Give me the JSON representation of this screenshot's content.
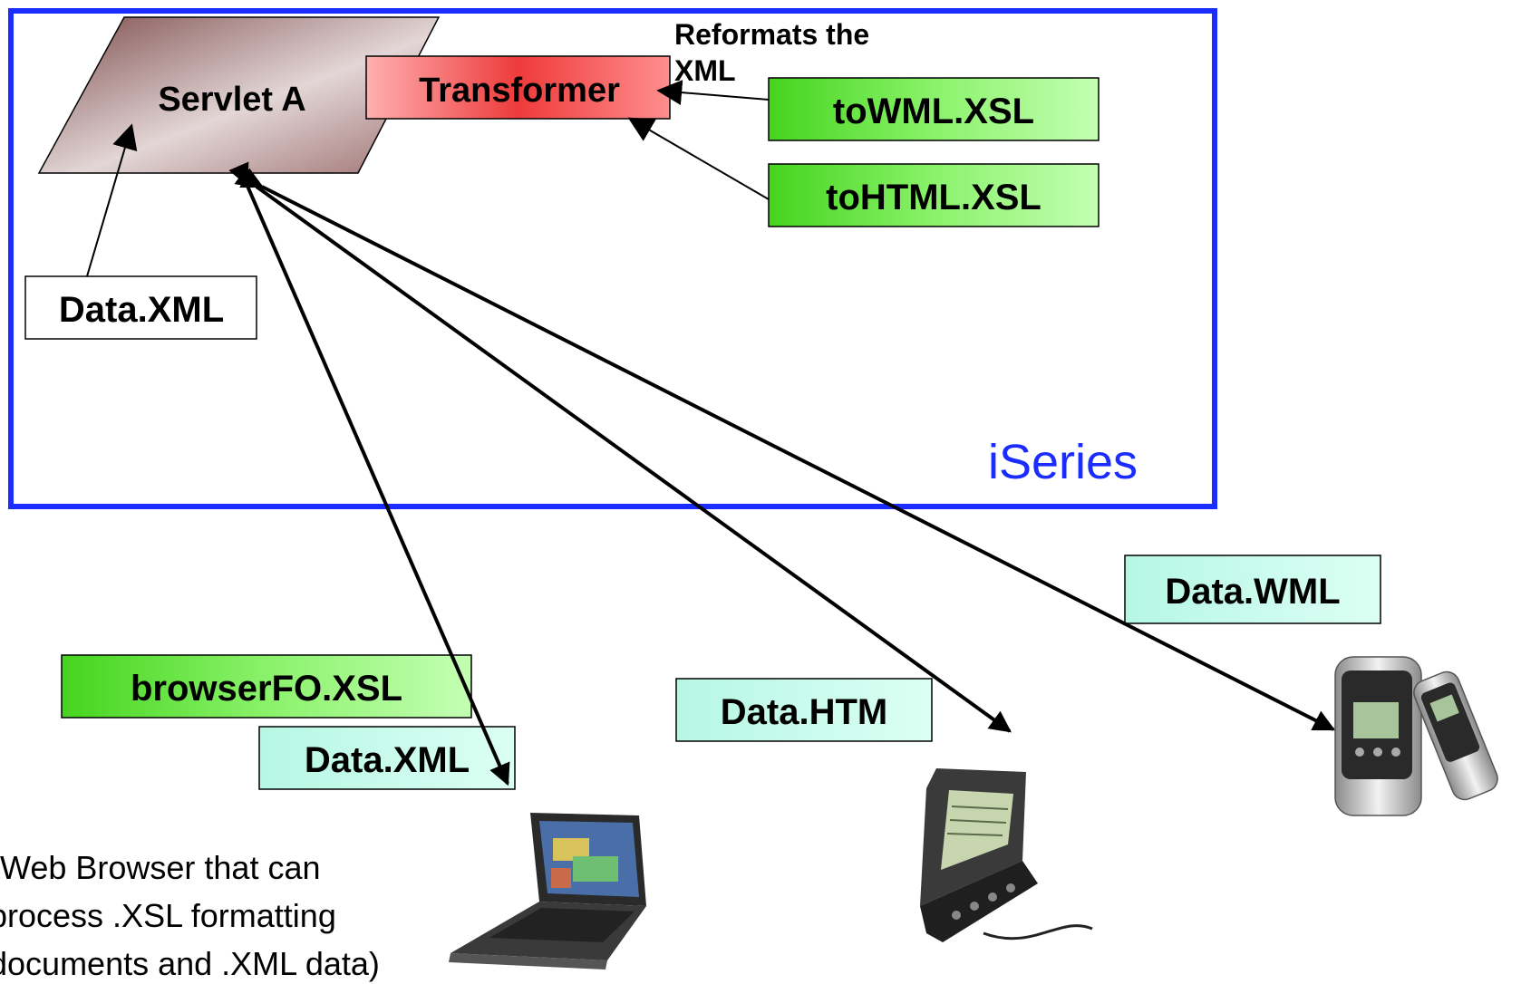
{
  "container": {
    "label": "iSeries",
    "color": "#1a2cff"
  },
  "servlet": {
    "label": "Servlet A"
  },
  "transformer": {
    "label": "Transformer"
  },
  "transformer_note": {
    "line1": "Reformats the",
    "line2": "XML"
  },
  "stylesheets": {
    "wml": "toWML.XSL",
    "html": "toHTML.XSL",
    "browser_fo": "browserFO.XSL"
  },
  "data_files": {
    "server_xml": "Data.XML",
    "client_xml": "Data.XML",
    "htm": "Data.HTM",
    "wml": "Data.WML"
  },
  "devices": {
    "laptop": "laptop-icon",
    "pda": "pda-icon",
    "phones": "mobile-phone-icon"
  },
  "browser_note": {
    "line1": "(Web Browser that can",
    "line2": "process .XSL formatting",
    "line3": "documents and .XML data)"
  },
  "colors": {
    "green_box": "#5fe83a",
    "cyan_box": "#b6f7e4",
    "red_box": "#ee3b3b",
    "servlet_fill": "#9c6e6e"
  }
}
